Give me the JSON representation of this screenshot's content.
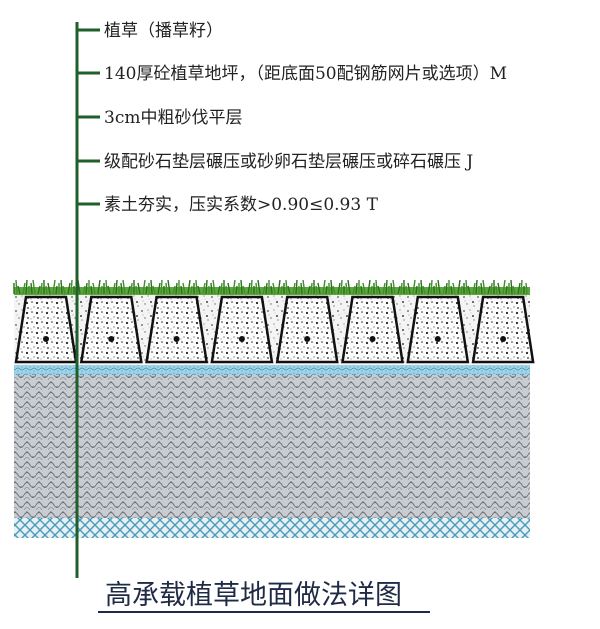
{
  "callouts": [
    {
      "id": "grass",
      "label": "植草（播草籽）"
    },
    {
      "id": "concrete",
      "label": "140厚砼植草地坪，（距底面50配钢筋网片或选项）M"
    },
    {
      "id": "sand",
      "label": "3cm中粗砂伐平层"
    },
    {
      "id": "gravel",
      "label": "级配砂石垫层碾压或砂卵石垫层碾压或碎石碾压 J"
    },
    {
      "id": "soil",
      "label": "素土夯实，压实系数>0.90≤0.93 T"
    }
  ],
  "title": "高承载植草地面做法详图",
  "colors": {
    "leader": "#1f5f2a",
    "grass": "#3f8f2a",
    "block_fill": "#ffffff",
    "block_stroke": "#111111",
    "sand_layer": "#7ec4dd",
    "gravel_layer": "#9ba3ab",
    "soil_hatch": "#4a9ab8",
    "title_underline": "#1f2a44"
  }
}
